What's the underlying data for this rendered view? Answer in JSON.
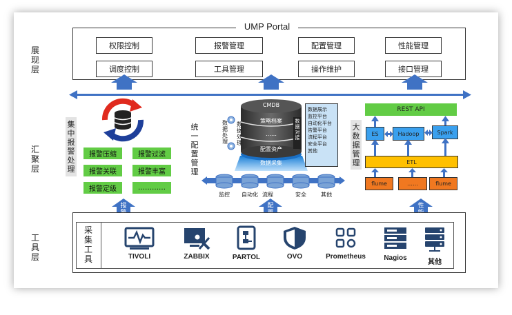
{
  "layers": {
    "display": "展现层",
    "aggregation": "汇聚层",
    "tools": "工具层"
  },
  "portal": {
    "title": "UMP Portal",
    "items": [
      "权限控制",
      "报警管理",
      "配置管理",
      "性能管理",
      "调度控制",
      "工具管理",
      "操作维护",
      "接口管理"
    ]
  },
  "alarm": {
    "vertical_label": "集中报警处理",
    "buttons": [
      "报警压缩",
      "报警过滤",
      "报警关联",
      "报警丰富",
      "报警定级",
      "…………"
    ],
    "up_label": "报警"
  },
  "config": {
    "vertical_label": "统一配置管理",
    "cmdb": "CMDB",
    "strategy": "策略档案",
    "dots": "……",
    "assets": "配置资产",
    "collect": "数据采集",
    "left_label": "数据处理",
    "mid_label": "数据对接",
    "list": [
      "数据展示",
      "监控平台",
      "自动化平台",
      "告警平台",
      "流程平台",
      "安全平台",
      "其他"
    ],
    "bottom": [
      "监控",
      "自动化",
      "流程",
      "安全",
      "其他"
    ],
    "up_label": "配置"
  },
  "bigdata": {
    "vertical_label": "大数据管理",
    "rest": "REST API",
    "es": "ES",
    "hadoop": "Hadoop",
    "spark": "Spark",
    "etl": "ETL",
    "flume1": "flume",
    "dots": "……",
    "flume2": "flume",
    "up_label": "性能"
  },
  "collect": {
    "vertical_label": "采集工具",
    "tools": [
      "TIVOLI",
      "ZABBIX",
      "PARTOL",
      "OVO",
      "Prometheus",
      "Nagios",
      "其他"
    ]
  },
  "icons": [
    "monitor-pulse-icon",
    "screen-wrench-icon",
    "flowchart-icon",
    "shield-icon",
    "grid-nodes-icon",
    "server-rack-icon",
    "server-stack-icon"
  ],
  "colors": {
    "arrow_blue": "#3f72c4",
    "green": "#62cc45",
    "orange": "#f07820",
    "yellow": "#ffc000",
    "light_blue": "#c9e2f6"
  }
}
